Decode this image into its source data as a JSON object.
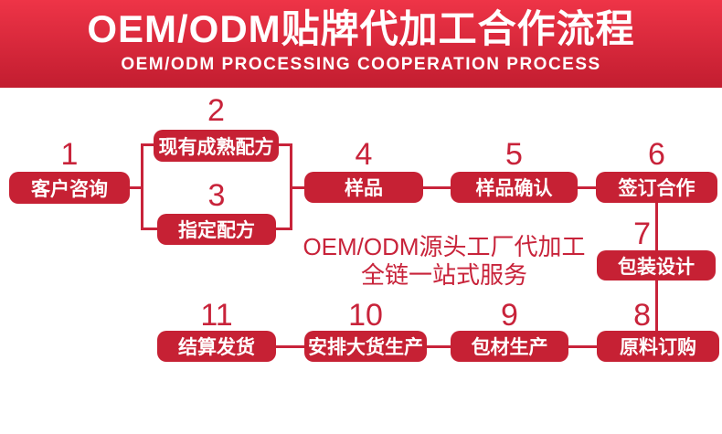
{
  "header": {
    "title": "OEM/ODM贴牌代加工合作流程",
    "subtitle": "OEM/ODM PROCESSING COOPERATION PROCESS"
  },
  "center_note": {
    "line1": "OEM/ODM源头工厂代加工",
    "line2": "全链一站式服务"
  },
  "steps": [
    {
      "num": "1",
      "label": "客户咨询"
    },
    {
      "num": "2",
      "label": "现有成熟配方"
    },
    {
      "num": "3",
      "label": "指定配方"
    },
    {
      "num": "4",
      "label": "样品"
    },
    {
      "num": "5",
      "label": "样品确认"
    },
    {
      "num": "6",
      "label": "签订合作"
    },
    {
      "num": "7",
      "label": "包装设计"
    },
    {
      "num": "8",
      "label": "原料订购"
    },
    {
      "num": "9",
      "label": "包材生产"
    },
    {
      "num": "10",
      "label": "安排大货生产"
    },
    {
      "num": "11",
      "label": "结算发货"
    }
  ],
  "colors": {
    "header_gradient_top": "#ee3447",
    "header_gradient_bottom": "#c21d30",
    "box_fill": "#c62134",
    "accent_red": "#c8233a",
    "box_text": "#ffffff"
  }
}
